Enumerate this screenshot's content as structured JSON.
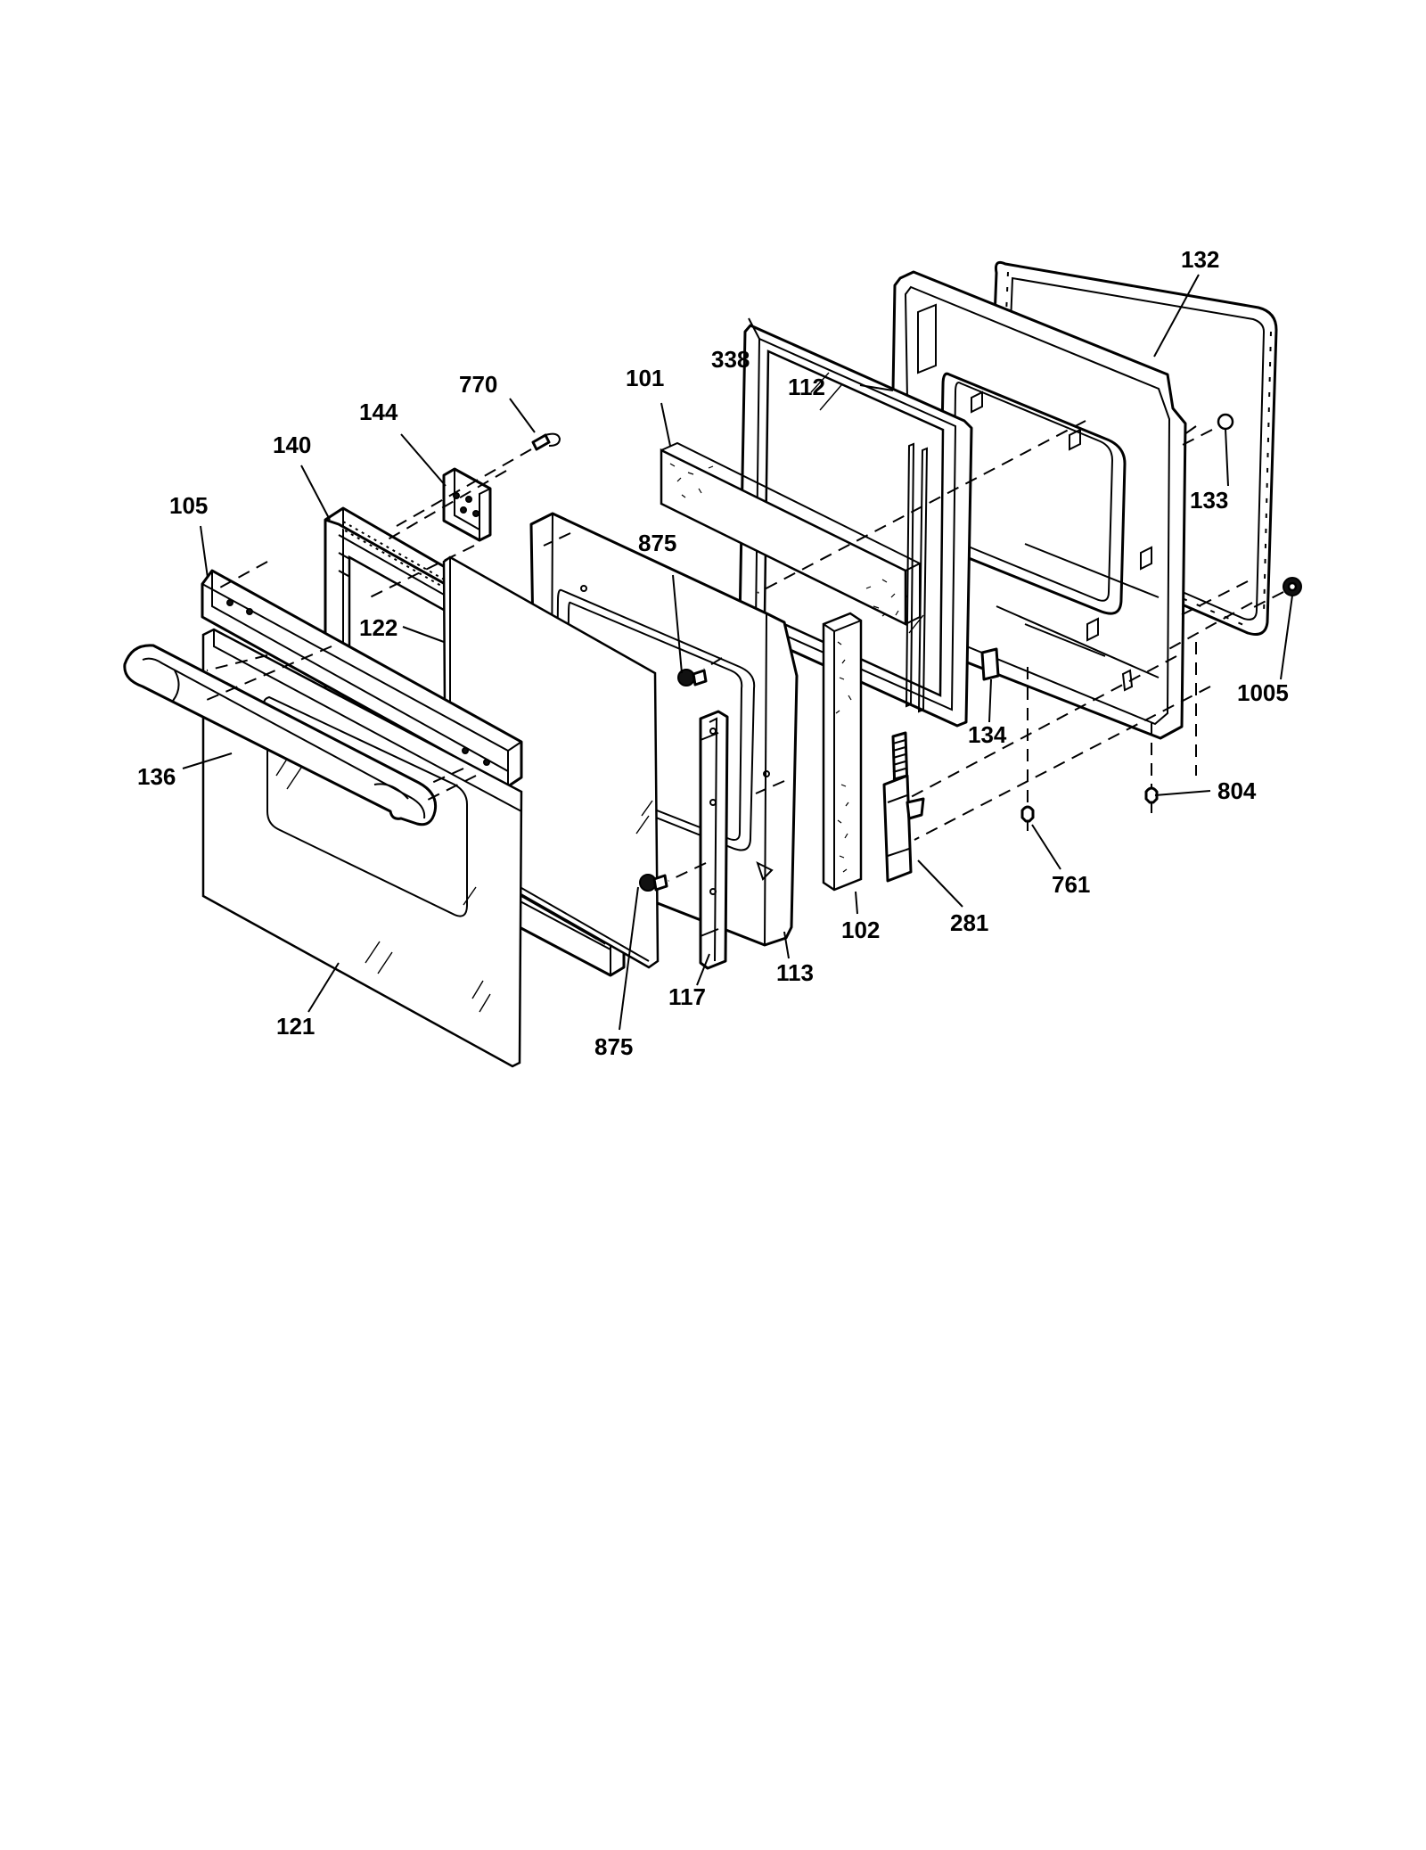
{
  "diagram": {
    "callouts": {
      "c132": "132",
      "c338": "338",
      "c112": "112",
      "c101": "101",
      "c770": "770",
      "c144": "144",
      "c140": "140",
      "c133": "133",
      "c105": "105",
      "c875a": "875",
      "c122": "122",
      "c1005": "1005",
      "c134": "134",
      "c136": "136",
      "c804": "804",
      "c761": "761",
      "c281": "281",
      "c102": "102",
      "c113": "113",
      "c117": "117",
      "c121": "121",
      "c875b": "875"
    }
  }
}
